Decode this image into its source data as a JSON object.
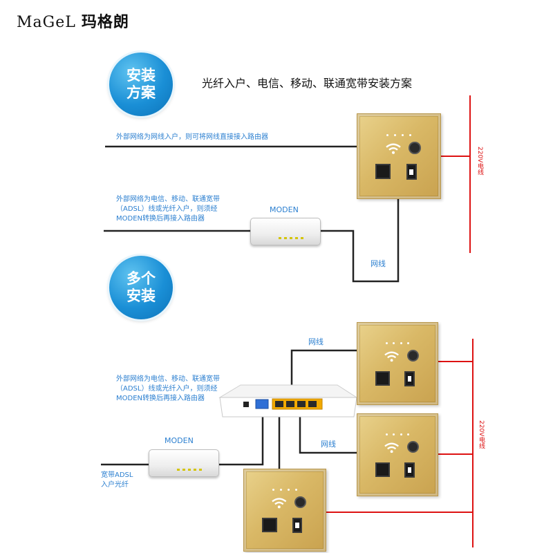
{
  "brand": {
    "latin": "MaGeL",
    "chinese": "玛格朗"
  },
  "colors": {
    "badge": "#1a8fd6",
    "text_blue": "#2b7fd0",
    "power_red": "#dd1111",
    "panel_gold": "#d9b866"
  },
  "section1": {
    "badge": "安装方案",
    "headline": "光纤入户、电信、移动、联通宽带安装方案",
    "note1": "外部网络为网线入户，则可将网线直接接入路由器",
    "note2": [
      "外部网络为电信、移动、联通宽带",
      "（ADSL）线或光纤入户，则须经",
      "MODEN转换后再接入路由器"
    ],
    "moden_label": "MODEN",
    "cable_label": "网线",
    "power_label": "220V电线"
  },
  "section2": {
    "badge": "多个安装",
    "note": [
      "外部网络为电信、移动、联通宽带",
      "（ADSL）线或光纤入户，则须经",
      "MODEN转换后再接入路由器"
    ],
    "cable_label_top": "网线",
    "cable_label_mid": "网线",
    "moden_label": "MODEN",
    "input_label": [
      "宽带ADSL",
      "入户光纤"
    ],
    "power_label": "220V电线"
  },
  "icons": [
    "wifi-icon",
    "power-button-icon",
    "rj45-port-icon",
    "usb-port-icon"
  ]
}
